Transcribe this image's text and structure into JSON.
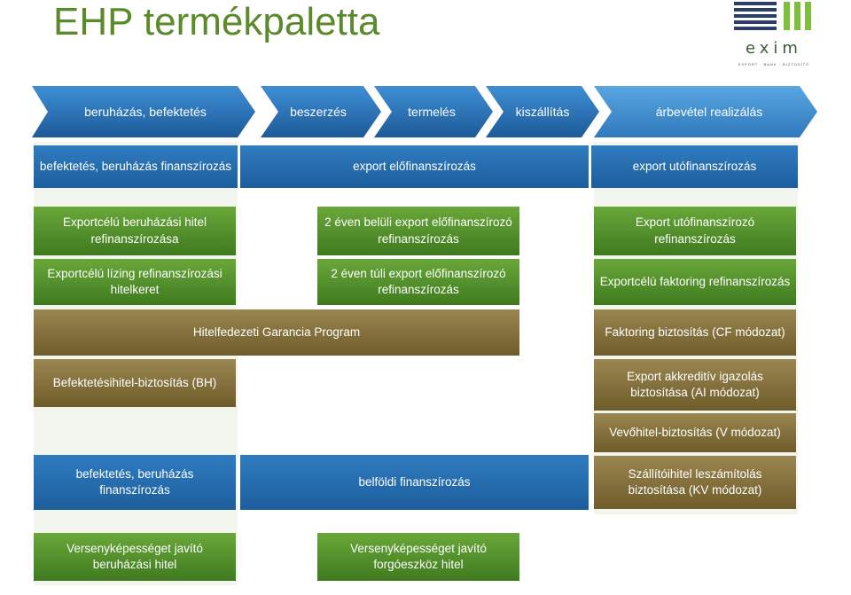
{
  "title": "EHP termékpaletta",
  "logo": {
    "name": "exim",
    "subtitle": "EXPORT · BANK · BIZTOSÍTÓ"
  },
  "stages": [
    "beruházás, befektetés",
    "beszerzés",
    "termelés",
    "kiszállítás",
    "árbevétel realizálás"
  ],
  "row2": {
    "left": "befektetés, beruházás finanszírozás",
    "middle": "export előfinanszírozás",
    "right": "export utófinanszírozás"
  },
  "products": {
    "exp_beruhazasi": "Exportcélú beruházási hitel refinanszírozása",
    "exp_lizing": "Exportcélú lízing refinanszírozási hitelkeret",
    "belul": "2 éven belüli export előfinanszírozó refinanszírozás",
    "tuli": "2 éven túli export előfinanszírozó refinanszírozás",
    "uto": "Export utófinanszírozó refinanszírozás",
    "faktoring": "Exportcélú faktoring refinanszírozás"
  },
  "insurance": {
    "hgp": "Hitelfedezeti Garancia Program",
    "bh": "Befektetésihitel-biztosítás (BH)",
    "cf": "Faktoring biztosítás (CF módozat)",
    "ai": "Export akkreditív igazolás biztosítása (AI módozat)",
    "v": "Vevőhitel-biztosítás (V módozat)",
    "kv": "Szállítóihitel leszámítolás biztosítása (KV módozat)"
  },
  "domestic": {
    "left": "befektetés, beruházás finanszírozás",
    "middle": "belföldi finanszírozás"
  },
  "competitiveness": {
    "left": "Versenyképességet javító beruházási hitel",
    "right": "Versenyképességet javító forgóeszköz hitel"
  }
}
